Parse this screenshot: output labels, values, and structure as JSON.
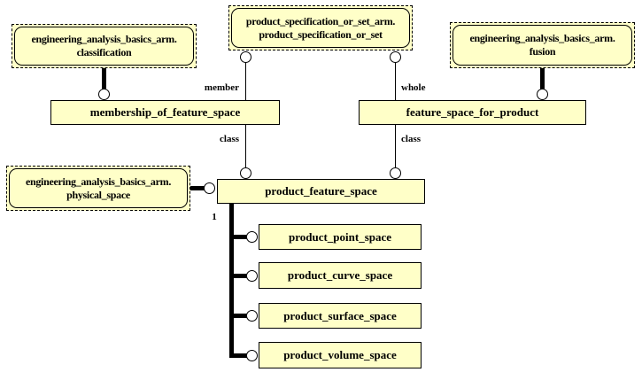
{
  "diagram": {
    "colors": {
      "box_fill": "#ffffc8",
      "border": "#000000",
      "background": "#ffffff"
    },
    "page_refs": {
      "classification": {
        "line1": "engineering_analysis_basics_arm.",
        "line2": "classification"
      },
      "product_specification_or_set": {
        "line1": "product_specification_or_set_arm.",
        "line2": "product_specification_or_set"
      },
      "fusion": {
        "line1": "engineering_analysis_basics_arm.",
        "line2": "fusion"
      },
      "physical_space": {
        "line1": "engineering_analysis_basics_arm.",
        "line2": "physical_space"
      }
    },
    "entities": {
      "membership_of_feature_space": "membership_of_feature_space",
      "feature_space_for_product": "feature_space_for_product",
      "product_feature_space": "product_feature_space",
      "product_point_space": "product_point_space",
      "product_curve_space": "product_curve_space",
      "product_surface_space": "product_surface_space",
      "product_volume_space": "product_volume_space"
    },
    "edge_labels": {
      "member": "member",
      "whole": "whole",
      "class_left": "class",
      "class_right": "class",
      "cardinality_one": "1"
    }
  }
}
